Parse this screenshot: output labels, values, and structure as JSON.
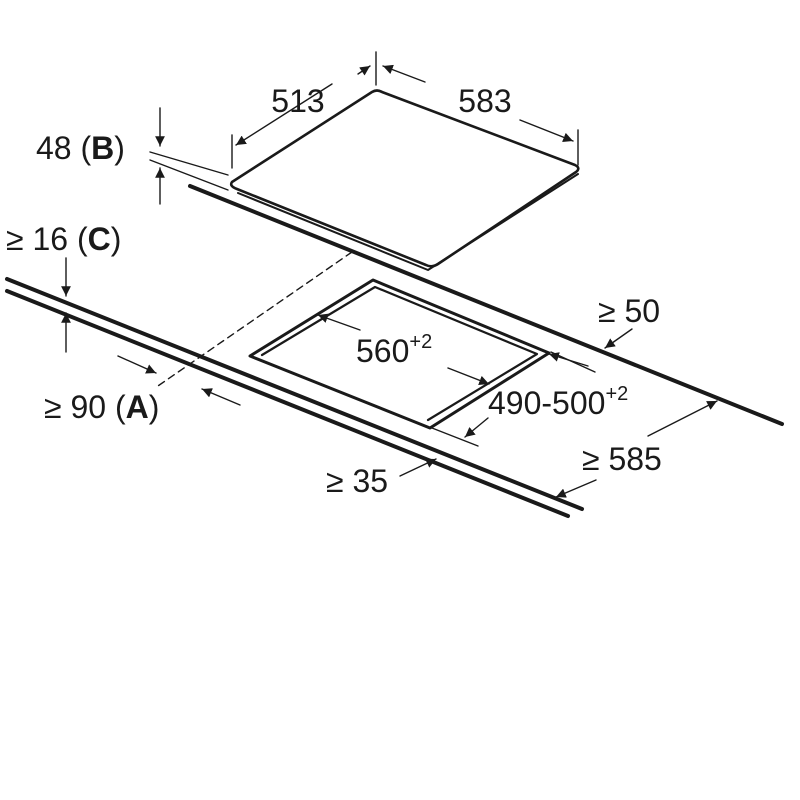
{
  "drawing": {
    "hob_depth": "513",
    "hob_width": "583",
    "hob_height": {
      "value": "48",
      "letter": "B"
    },
    "clearance_below": {
      "value": "≥ 16",
      "letter": "C"
    },
    "front_edge_distance": {
      "value": "≥ 90",
      "letter": "A"
    },
    "cutout_width": {
      "value": "560",
      "tolerance": "+2"
    },
    "cutout_depth": {
      "value": "490-500",
      "tolerance": "+2"
    },
    "side_clearance": "≥ 50",
    "countertop_depth": "≥ 585",
    "front_clearance": "≥ 35"
  }
}
